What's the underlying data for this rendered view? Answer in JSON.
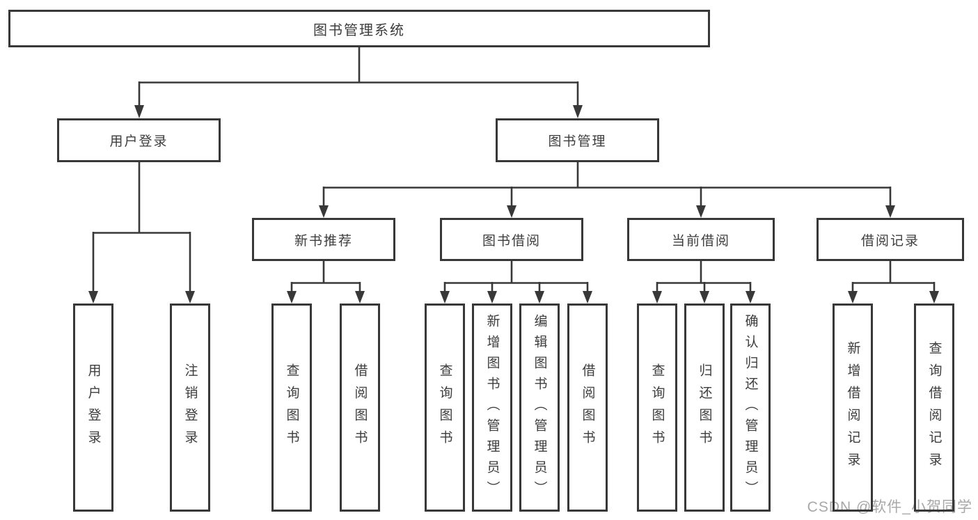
{
  "diagram": {
    "root": {
      "label": "图书管理系统"
    },
    "branches": [
      {
        "label": "用户登录",
        "children": [
          {
            "label": "用户登录"
          },
          {
            "label": "注销登录"
          }
        ]
      },
      {
        "label": "图书管理",
        "children": [
          {
            "label": "新书推荐",
            "children": [
              {
                "label": "查询图书"
              },
              {
                "label": "借阅图书"
              }
            ]
          },
          {
            "label": "图书借阅",
            "children": [
              {
                "label": "查询图书"
              },
              {
                "label": "新增图书（管理员）"
              },
              {
                "label": "编辑图书（管理员）"
              },
              {
                "label": "借阅图书"
              }
            ]
          },
          {
            "label": "当前借阅",
            "children": [
              {
                "label": "查询图书"
              },
              {
                "label": "归还图书"
              },
              {
                "label": "确认归还（管理员）"
              }
            ]
          },
          {
            "label": "借阅记录",
            "children": [
              {
                "label": "新增借阅记录"
              },
              {
                "label": "查询借阅记录"
              }
            ]
          }
        ]
      }
    ]
  },
  "watermark": {
    "text": "CSDN @软件_小贺同学"
  },
  "colors": {
    "line": "#383838",
    "box_border": "#383838",
    "text": "#3d3d3d",
    "background": "#ffffff",
    "watermark": "#a8a8a8"
  }
}
